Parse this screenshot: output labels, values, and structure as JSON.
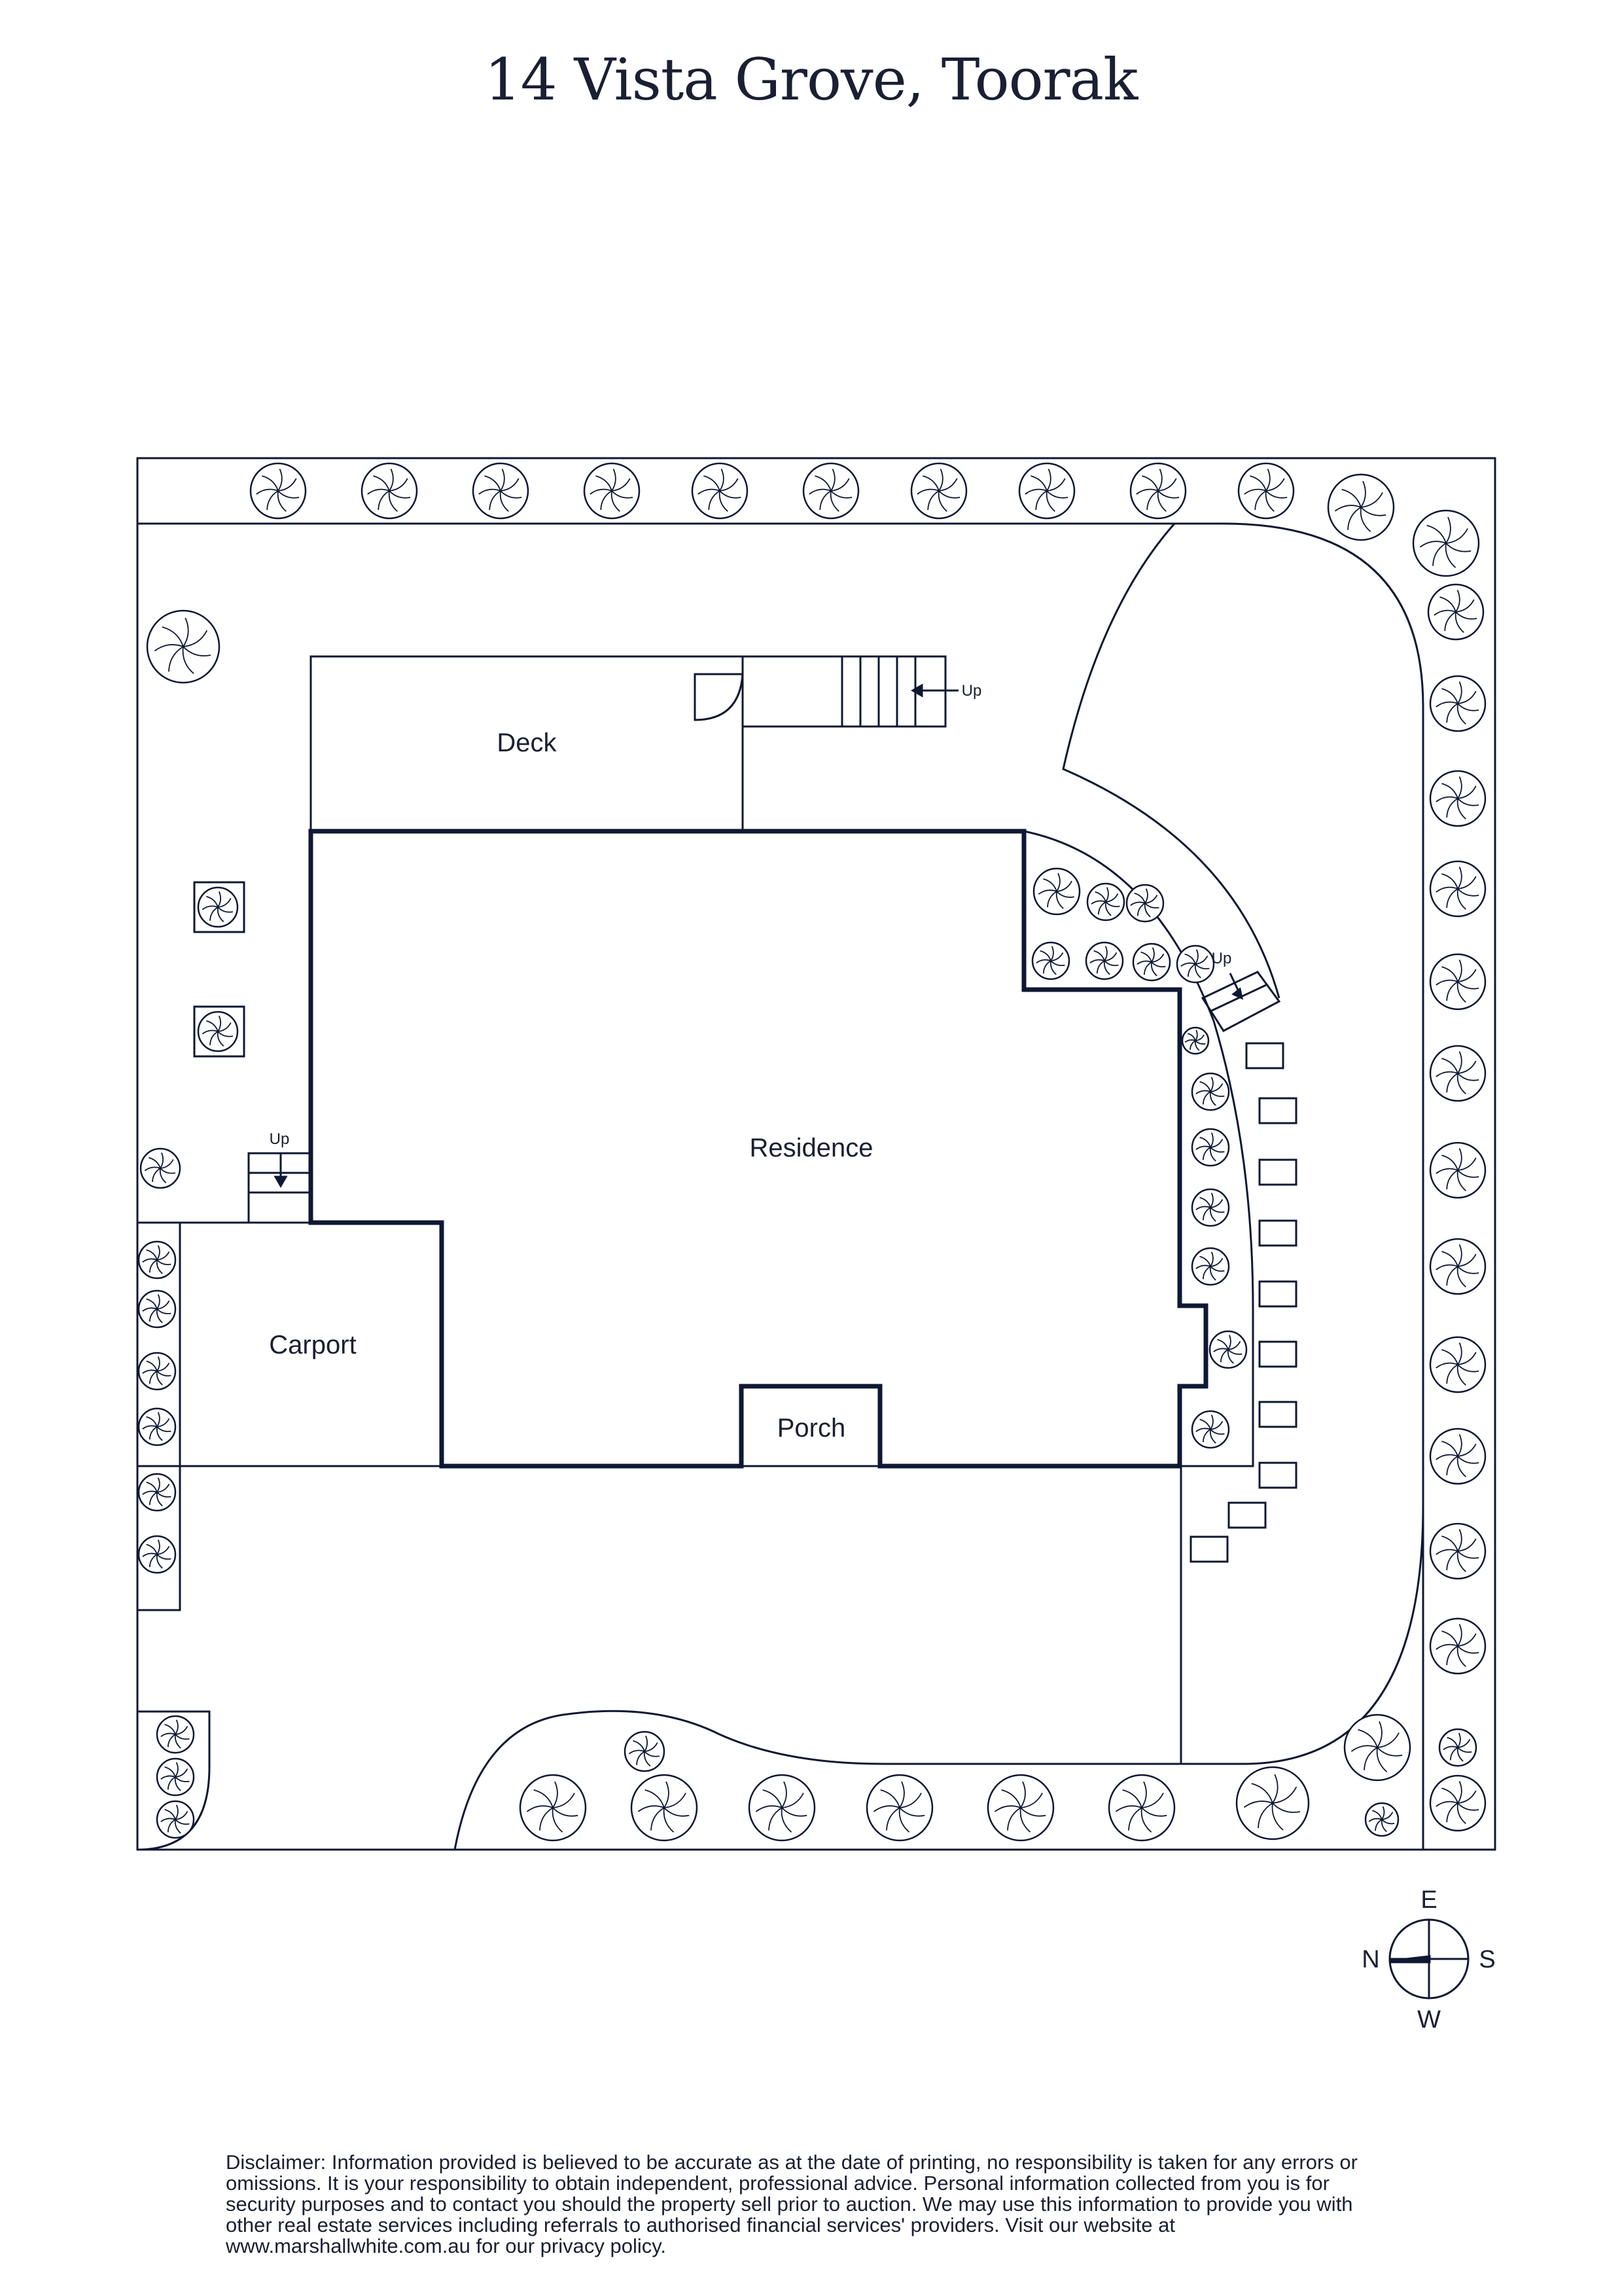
{
  "title": "14 Vista Grove, Toorak",
  "rooms": {
    "deck": "Deck",
    "residence": "Residence",
    "carport": "Carport",
    "porch": "Porch"
  },
  "stairs": {
    "up_deck": "Up",
    "up_side": "Up",
    "up_carport": "Up"
  },
  "compass": {
    "north": "N",
    "east": "E",
    "south": "S",
    "west": "W"
  },
  "disclaimer": "Disclaimer: Information provided is believed to be accurate as at the date of printing, no responsibility is taken for any errors or omissions. It is your responsibility to obtain independent, professional advice. Personal information collected from you is for security purposes and to contact you should the property sell prior to auction. We may use this information to provide you with other real estate services including referrals to authorised financial services' providers. Visit our website at www.marshallwhite.com.au for our privacy policy.",
  "colors": {
    "line": "#0f1833",
    "text": "#1a1f33",
    "background": "#ffffff"
  }
}
